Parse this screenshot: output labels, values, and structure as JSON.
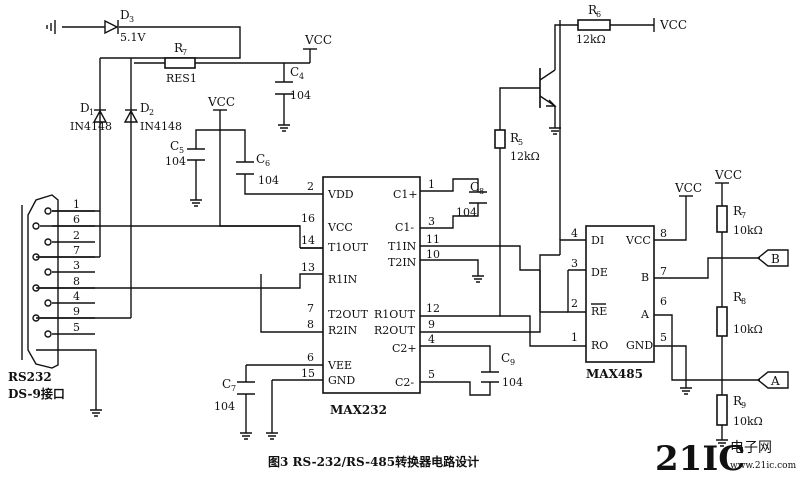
{
  "caption": "图3    RS-232/RS-485转换器电路设计",
  "watermark": {
    "main": "21IC",
    "cn": "电子网",
    "url": "www.21ic.com"
  },
  "colors": {
    "watermark": "#e8a0a0",
    "ink": "#111111"
  },
  "connector": {
    "label1": "RS232",
    "label2": "DS-9接口",
    "pins": [
      "1",
      "6",
      "2",
      "7",
      "3",
      "8",
      "4",
      "9",
      "5"
    ]
  },
  "chips": {
    "max232": {
      "name": "MAX232",
      "left_pins": [
        {
          "num": "2",
          "name": "VDD"
        },
        {
          "num": "16",
          "name": "VCC"
        },
        {
          "num": "14",
          "name": "T1OUT"
        },
        {
          "num": "13",
          "name": "R1IN"
        },
        {
          "num": "7",
          "name": "T2OUT"
        },
        {
          "num": "8",
          "name": "R2IN"
        },
        {
          "num": "6",
          "name": "VEE"
        },
        {
          "num": "15",
          "name": "GND"
        }
      ],
      "right_pins": [
        {
          "num": "1",
          "name": "C1+"
        },
        {
          "num": "3",
          "name": "C1-"
        },
        {
          "num": "11",
          "name": "T1IN"
        },
        {
          "num": "10",
          "name": "T2IN"
        },
        {
          "num": "12",
          "name": "R1OUT"
        },
        {
          "num": "9",
          "name": "R2OUT"
        },
        {
          "num": "4",
          "name": "C2+"
        },
        {
          "num": "5",
          "name": "C2-"
        }
      ]
    },
    "max485": {
      "name": "MAX485",
      "left_pins": [
        {
          "num": "4",
          "name": "DI"
        },
        {
          "num": "3",
          "name": "DE"
        },
        {
          "num": "2",
          "name": "RE"
        },
        {
          "num": "1",
          "name": "RO"
        }
      ],
      "right_pins": [
        {
          "num": "8",
          "name": "VCC"
        },
        {
          "num": "7",
          "name": "B"
        },
        {
          "num": "6",
          "name": "A"
        },
        {
          "num": "5",
          "name": "GND"
        }
      ]
    }
  },
  "components": {
    "d3": {
      "ref": "D",
      "sub": "3",
      "value": "5.1V"
    },
    "r7": {
      "ref": "R",
      "sub": "7",
      "value": "RES1"
    },
    "c4": {
      "ref": "C",
      "sub": "4",
      "value": "104"
    },
    "d1": {
      "ref": "D",
      "sub": "1",
      "value": "IN4148"
    },
    "d2": {
      "ref": "D",
      "sub": "2",
      "value": "IN4148"
    },
    "c5": {
      "ref": "C",
      "sub": "5",
      "value": "104"
    },
    "c6": {
      "ref": "C",
      "sub": "6",
      "value": "104"
    },
    "c8": {
      "ref": "C",
      "sub": "8",
      "value": "104"
    },
    "c9": {
      "ref": "C",
      "sub": "9",
      "value": "104"
    },
    "c7": {
      "ref": "C",
      "sub": "7",
      "value": "104"
    },
    "r5": {
      "ref": "R",
      "sub": "5",
      "value": "12kΩ"
    },
    "r6": {
      "ref": "R",
      "sub": "6",
      "value": "12kΩ"
    },
    "r3": {
      "ref": "R",
      "sub": "7",
      "value": "10kΩ"
    },
    "r8": {
      "ref": "R",
      "sub": "8",
      "value": "10kΩ"
    },
    "r9": {
      "ref": "R",
      "sub": "9",
      "value": "10kΩ"
    }
  },
  "power": {
    "vcc": "VCC"
  },
  "terminals": {
    "a": "A",
    "b": "B"
  }
}
